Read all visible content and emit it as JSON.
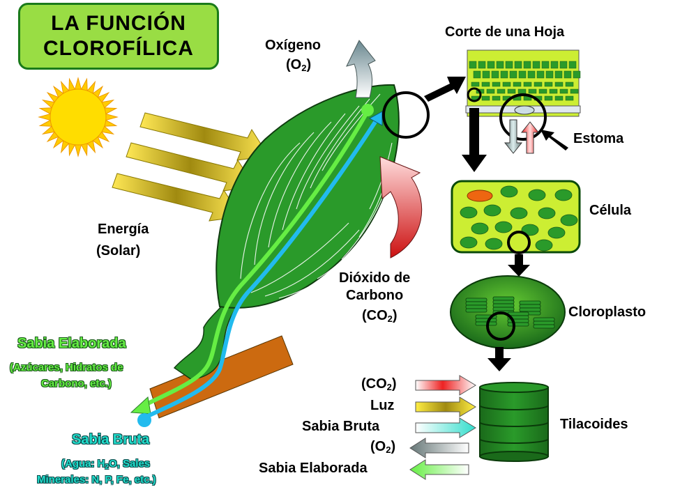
{
  "title": {
    "line1": "LA FUNCIÓN",
    "line2": "CLOROFÍLICA"
  },
  "labels": {
    "oxygen_name": "Oxígeno",
    "oxygen_formula_pre": "(O",
    "oxygen_formula_sub": "2",
    "oxygen_formula_post": ")",
    "leaf_section": "Corte de una Hoja",
    "stomata": "Estoma",
    "cell": "Célula",
    "chloroplast": "Cloroplasto",
    "thylakoids": "Tilacoides",
    "energy_line1": "Energía",
    "energy_line2": "(Solar)",
    "co2_line1": "Dióxido de",
    "co2_line2": "Carbono",
    "co2_formula_pre": "(CO",
    "co2_formula_sub": "2",
    "co2_formula_post": ")",
    "elaborated_sap": "Sabia Elaborada",
    "elaborated_desc_line1": "(Azúcares, Hidratos de",
    "elaborated_desc_line2": "Carbono, etc.)",
    "raw_sap": "Sabia Bruta",
    "raw_desc_line1_pre": "(Agua: H",
    "raw_desc_line1_sub": "2",
    "raw_desc_line1_post": "O, Sales",
    "raw_desc_line2": "Minerales: N, P, Fe, etc.)"
  },
  "legend": [
    {
      "pre": "(CO",
      "sub": "2",
      "post": ")",
      "direction": "in",
      "color": "#ee2222"
    },
    {
      "pre": "Luz",
      "sub": "",
      "post": "",
      "direction": "in",
      "color": "#ccaa00"
    },
    {
      "pre": "Sabia Bruta",
      "sub": "",
      "post": "",
      "direction": "in",
      "color": "#33ddcc"
    },
    {
      "pre": "(O",
      "sub": "2",
      "post": ")",
      "direction": "out",
      "color": "#778888"
    },
    {
      "pre": "Sabia Elaborada",
      "sub": "",
      "post": "",
      "direction": "out",
      "color": "#66ee44"
    }
  ],
  "colors": {
    "title_bg": "#99dd44",
    "leaf": "#2a9a2a",
    "sun": "#ffcc00",
    "elaborated_sap": "#66ee44",
    "raw_sap": "#22bbee",
    "co2_arrow": "#cc1111",
    "o2_arrow": "#8aa8b0",
    "stem": "#cc6a10",
    "cell_bg": "#ccee33",
    "chloroplast": "#2a8a2a",
    "thylakoid": "#1f7a1f"
  }
}
